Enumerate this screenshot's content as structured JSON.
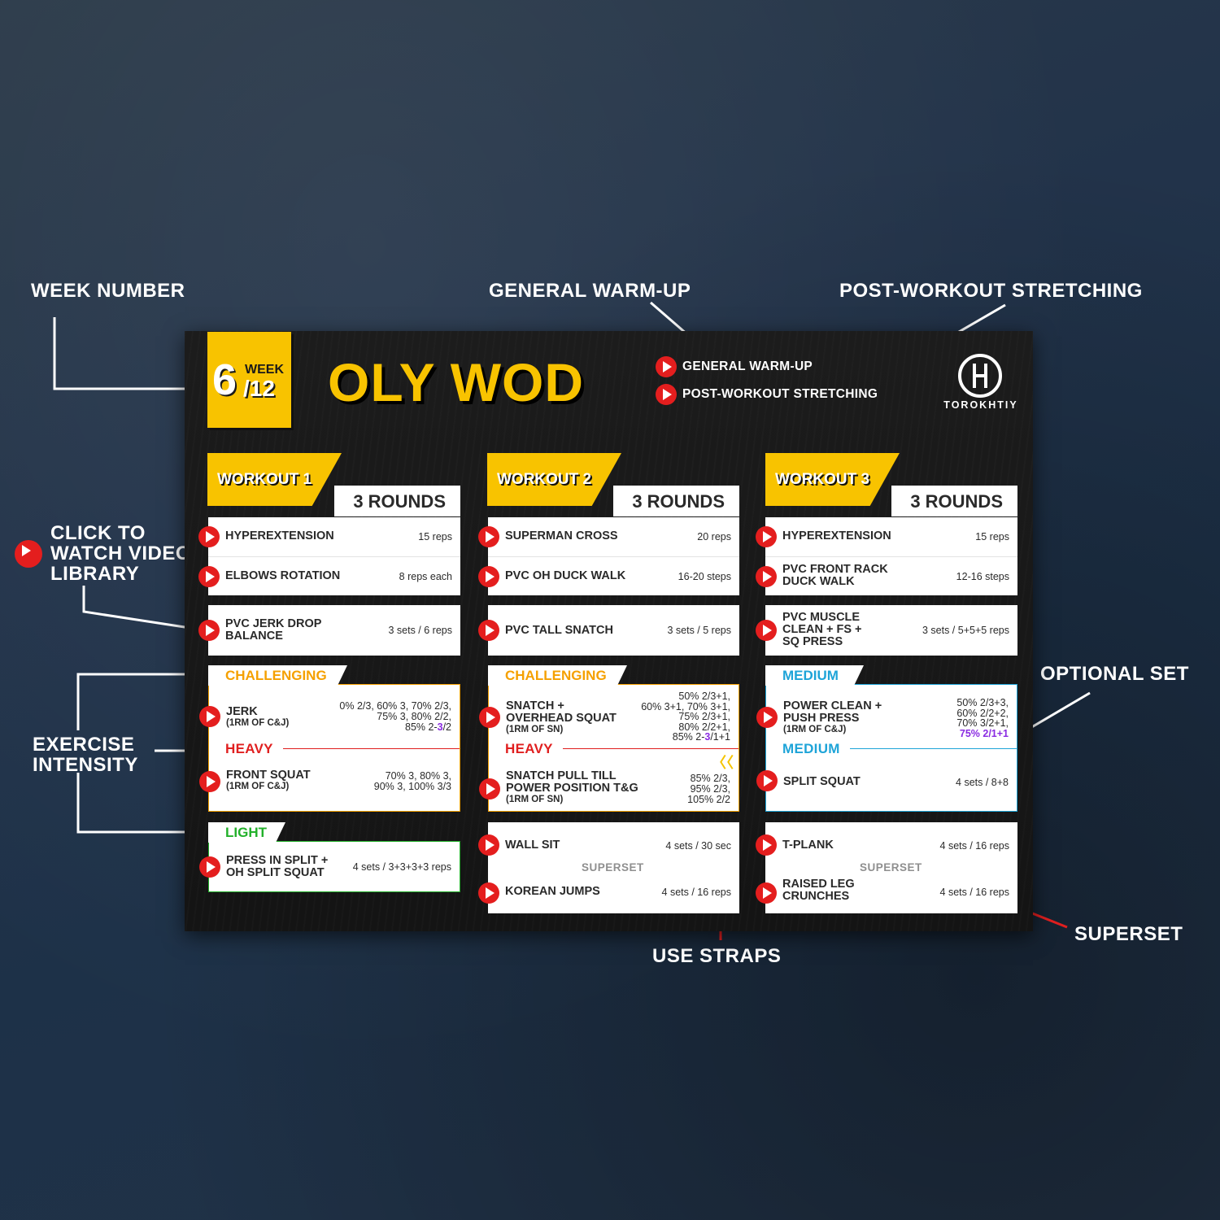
{
  "annotations": {
    "week_number": "WEEK NUMBER",
    "general_warmup": "GENERAL WARM-UP",
    "post_workout": "POST-WORKOUT STRETCHING",
    "click_to_watch": "CLICK TO WATCH VIDEO LIBRARY",
    "exercise_intensity": "EXERCISE INTENSITY",
    "optional_set": "OPTIONAL SET",
    "superset": "SUPERSET",
    "use_straps": "USE STRAPS"
  },
  "header": {
    "week_current": "6",
    "week_label": "WEEK",
    "week_total": "/12",
    "title": "OLY WOD",
    "links": [
      "GENERAL WARM-UP",
      "POST-WORKOUT STRETCHING"
    ],
    "brand": "TOROKHTIY"
  },
  "colors": {
    "accent_yellow": "#f8c300",
    "play_red": "#e41e1e",
    "challenging": "#f5a000",
    "heavy": "#e01f1f",
    "medium": "#1ea4d8",
    "light": "#22b02a",
    "optional_purple": "#8a2be2"
  },
  "workouts": [
    {
      "label": "WORKOUT 1",
      "rounds": "3 ROUNDS",
      "warmup": [
        {
          "name": "HYPEREXTENSION",
          "reps": "15 reps"
        },
        {
          "name": "ELBOWS ROTATION",
          "reps": "8 reps each"
        }
      ],
      "drill": {
        "name": "PVC JERK DROP BALANCE",
        "reps": "3 sets / 6 reps"
      },
      "intensity1": "CHALLENGING",
      "main1": {
        "name": "JERK",
        "sub": "(1RM OF C&J)",
        "scheme": [
          "0% 2/3, 60% 3, 70% 2/3,",
          "75% 3, 80% 2/2,",
          "85% 2-"
        ],
        "optional": "3",
        "tail": "/2"
      },
      "intensity2": "HEAVY",
      "main2": {
        "name": "FRONT SQUAT",
        "sub": "(1RM OF C&J)",
        "scheme": [
          "70% 3, 80% 3,",
          "90% 3, 100% 3/3"
        ]
      },
      "intensity3": "LIGHT",
      "extra": {
        "name": "PRESS IN SPLIT + OH SPLIT SQUAT",
        "reps": "4 sets / 3+3+3+3 reps"
      }
    },
    {
      "label": "WORKOUT 2",
      "rounds": "3 ROUNDS",
      "warmup": [
        {
          "name": "SUPERMAN CROSS",
          "reps": "20 reps"
        },
        {
          "name": "PVC OH DUCK WALK",
          "reps": "16-20 steps"
        }
      ],
      "drill": {
        "name": "PVC TALL SNATCH",
        "reps": "3 sets / 5 reps"
      },
      "intensity1": "CHALLENGING",
      "main1": {
        "name": "SNATCH + OVERHEAD SQUAT",
        "sub": "(1RM OF SN)",
        "scheme": [
          "50% 2/3+1,",
          "60% 3+1, 70% 3+1,",
          "75% 2/3+1,",
          "80% 2/2+1,",
          "85% 2-"
        ],
        "optional": "3",
        "tail": "/1+1"
      },
      "intensity2": "HEAVY",
      "main2": {
        "name": "SNATCH PULL TILL POWER POSITION T&G",
        "sub": "(1RM OF SN)",
        "scheme": [
          "85% 2/3,",
          "95% 2/3,",
          "105% 2/2"
        ]
      },
      "superset_a": {
        "name": "WALL SIT",
        "reps": "4 sets / 30 sec"
      },
      "superset_label": "SUPERSET",
      "superset_b": {
        "name": "KOREAN JUMPS",
        "reps": "4 sets / 16 reps"
      }
    },
    {
      "label": "WORKOUT 3",
      "rounds": "3 ROUNDS",
      "warmup": [
        {
          "name": "HYPEREXTENSION",
          "reps": "15 reps"
        },
        {
          "name": "PVC FRONT RACK DUCK WALK",
          "reps": "12-16 steps"
        }
      ],
      "drill": {
        "name": "PVC MUSCLE CLEAN + FS + SQ PRESS",
        "reps": "3 sets / 5+5+5 reps"
      },
      "intensity1": "MEDIUM",
      "main1": {
        "name": "POWER CLEAN + PUSH PRESS",
        "sub": "(1RM OF C&J)",
        "scheme": [
          "50% 2/3+3,",
          "60% 2/2+2,",
          "70% 3/2+1,"
        ],
        "optional_line": "75% 2/1+1"
      },
      "intensity2": "MEDIUM",
      "main2": {
        "name": "SPLIT SQUAT",
        "reps": "4 sets / 8+8"
      },
      "superset_a": {
        "name": "T-PLANK",
        "reps": "4 sets / 16 reps"
      },
      "superset_label": "SUPERSET",
      "superset_b": {
        "name": "RAISED LEG CRUNCHES",
        "reps": "4 sets / 16 reps"
      }
    }
  ]
}
